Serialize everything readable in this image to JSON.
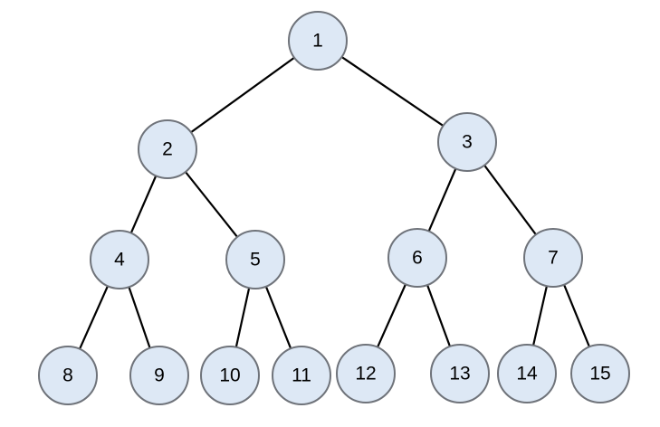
{
  "tree": {
    "nodes": [
      {
        "id": "n1",
        "label": "1"
      },
      {
        "id": "n2",
        "label": "2"
      },
      {
        "id": "n3",
        "label": "3"
      },
      {
        "id": "n4",
        "label": "4"
      },
      {
        "id": "n5",
        "label": "5"
      },
      {
        "id": "n6",
        "label": "6"
      },
      {
        "id": "n7",
        "label": "7"
      },
      {
        "id": "n8",
        "label": "8"
      },
      {
        "id": "n9",
        "label": "9"
      },
      {
        "id": "n10",
        "label": "10"
      },
      {
        "id": "n11",
        "label": "11"
      },
      {
        "id": "n12",
        "label": "12"
      },
      {
        "id": "n13",
        "label": "13"
      },
      {
        "id": "n14",
        "label": "14"
      },
      {
        "id": "n15",
        "label": "15"
      }
    ],
    "edges": [
      [
        "n1",
        "n2"
      ],
      [
        "n1",
        "n3"
      ],
      [
        "n2",
        "n4"
      ],
      [
        "n2",
        "n5"
      ],
      [
        "n3",
        "n6"
      ],
      [
        "n3",
        "n7"
      ],
      [
        "n4",
        "n8"
      ],
      [
        "n4",
        "n9"
      ],
      [
        "n5",
        "n10"
      ],
      [
        "n5",
        "n11"
      ],
      [
        "n6",
        "n12"
      ],
      [
        "n6",
        "n13"
      ],
      [
        "n7",
        "n14"
      ],
      [
        "n7",
        "n15"
      ]
    ]
  },
  "colors": {
    "node_fill": "#dde8f5",
    "node_stroke": "#6f737a",
    "edge": "#000000"
  }
}
